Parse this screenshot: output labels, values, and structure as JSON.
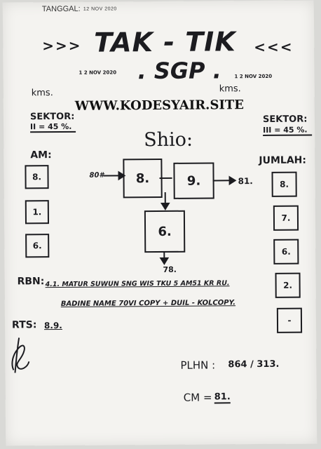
{
  "header": {
    "tanggal_label": "TANGGAL:",
    "tanggal_value": "12 NOV 2020",
    "title_left_arrows": ">>>",
    "title": "TAK - TIK",
    "title_right_arrows": "<<<",
    "market": ". SGP .",
    "stamp_date_left": "1 2 NOV 2020",
    "stamp_date_right": "1 2 NOV 2020",
    "kms_left": "kms.",
    "kms_right": "kms."
  },
  "watermark": "WWW.KODESYAIR.SITE",
  "sektor_left": {
    "label": "SEKTOR:",
    "value": "II = 45 %."
  },
  "sektor_right": {
    "label": "SEKTOR:",
    "value": "III = 45 %."
  },
  "shio": {
    "label": "Shio:",
    "input_label": "80#",
    "box_a": "8.",
    "box_b": "9.",
    "output_label": "81.",
    "box_c": "6.",
    "bottom_label": "78."
  },
  "am": {
    "label": "AM:",
    "values": [
      "8.",
      "1.",
      "6."
    ]
  },
  "jumlah": {
    "label": "JUMLAH:",
    "values": [
      "8.",
      "7.",
      "6.",
      "2.",
      "-"
    ]
  },
  "rbn": {
    "label": "RBN:",
    "line1": "4.1. MATUR SUWUN SNG WIS TKU 5 AM51 KR RU.",
    "line2": "BADINE NAME 70VI COPY + DUIL - KOLCOPY."
  },
  "rts": {
    "label": "RTS:",
    "value": "8.9."
  },
  "plhn": {
    "label": "PLHN :",
    "value": "864 / 313."
  },
  "cm": {
    "label": "CM =",
    "value": "81."
  },
  "colors": {
    "paper": "#f4f3f0",
    "ink": "#1c1c20",
    "background": "#d9d9d6"
  },
  "icons": [
    "signature-icon"
  ]
}
